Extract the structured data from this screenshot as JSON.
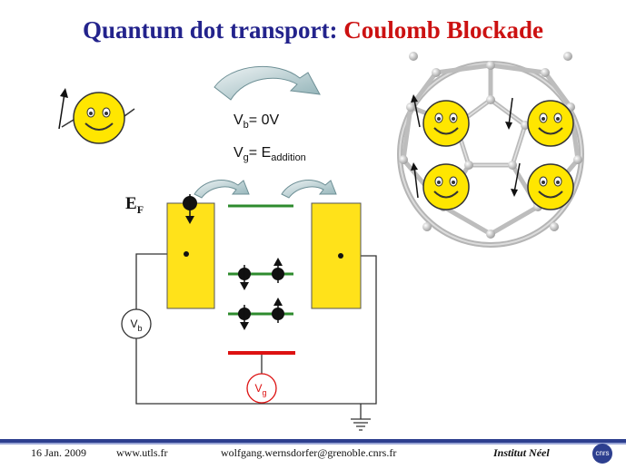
{
  "title": {
    "part1": "Quantum dot transport: ",
    "part2": "Coulomb Blockade"
  },
  "equations": {
    "vb_main": "V",
    "vb_sub": "b",
    "vb_rest": "= 0V",
    "vg_main": "V",
    "vg_sub": "g",
    "vg_eq": "= E",
    "vg_eq_sub": "addition"
  },
  "fermi_label": {
    "main": "E",
    "sub": "F"
  },
  "meters": {
    "vb": {
      "main": "V",
      "sub": "b"
    },
    "vg": {
      "main": "V",
      "sub": "g"
    }
  },
  "footer": {
    "date": "16 Jan. 2009",
    "website": "www.utls.fr",
    "email": "wolfgang.wernsdorfer@grenoble.cnrs.fr",
    "institute": "Institut Néel",
    "logo": "cnrs"
  },
  "colors": {
    "title_blue": "#23238c",
    "title_red": "#cc1111",
    "electrode": "#ffe21a",
    "level_green": "#2e8b2e",
    "level_red": "#dd1111",
    "smiley": "#ffe600",
    "footer_bar": "#2d3f8f"
  }
}
